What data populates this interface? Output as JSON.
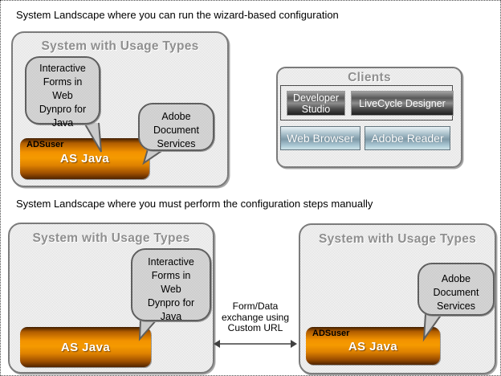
{
  "titles": {
    "wizard": "System Landscape where you can run the wizard-based configuration",
    "manual": "System Landscape where you must perform the configuration steps manually"
  },
  "wizard_system": {
    "heading": "System with Usage Types",
    "bubble_forms_lines": [
      "Interactive",
      "Forms in",
      "Web",
      "Dynpro for",
      "Java"
    ],
    "bubble_ads_lines": [
      "Adobe",
      "Document",
      "Services"
    ],
    "bar_user": "ADSuser",
    "bar_label": "AS Java"
  },
  "clients": {
    "heading": "Clients",
    "design_tools": [
      {
        "lines": [
          "Developer",
          "Studio"
        ]
      },
      {
        "lines": [
          "LiveCycle Designer"
        ]
      }
    ],
    "runtime_tools": [
      {
        "label": "Web Browser"
      },
      {
        "label": "Adobe Reader"
      }
    ]
  },
  "manual_left_system": {
    "heading": "System with Usage Types",
    "bubble_forms_lines": [
      "Interactive",
      "Forms in",
      "Web",
      "Dynpro for",
      "Java"
    ],
    "bar_label": "AS Java"
  },
  "manual_right_system": {
    "heading": "System with Usage Types",
    "bubble_ads_lines": [
      "Adobe",
      "Document",
      "Services"
    ],
    "bar_user": "ADSuser",
    "bar_label": "AS Java"
  },
  "connector": {
    "lines": [
      "Form/Data",
      "exchange using",
      "Custom URL"
    ]
  },
  "colors": {
    "bar_orange": "#f29200",
    "panel_gray": "#d8d8d8",
    "bubble_gray": "#cecece",
    "client_dark": "#4c4c4c",
    "client_blue": "#a9c7d3",
    "heading_gray": "#8f8f8f"
  }
}
